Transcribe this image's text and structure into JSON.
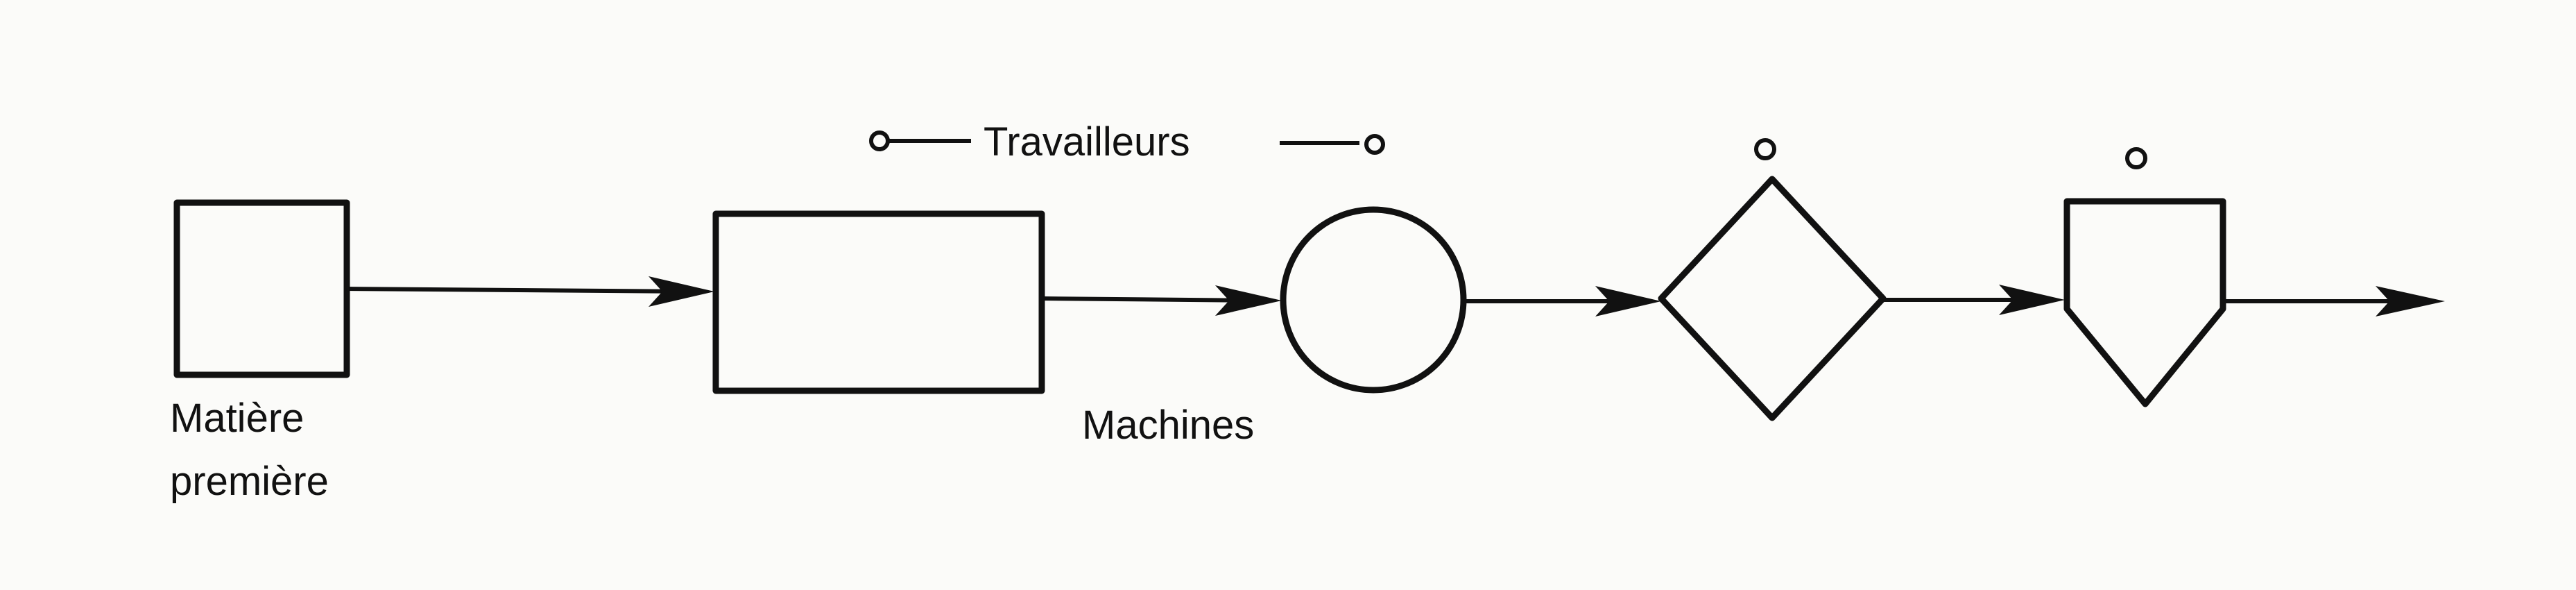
{
  "labels": {
    "raw_material_line1": "Matière",
    "raw_material_line2": "première",
    "machines": "Machines",
    "workers": "Travailleurs"
  },
  "colors": {
    "ink": "#111111",
    "paper": "#fbfbf9"
  }
}
